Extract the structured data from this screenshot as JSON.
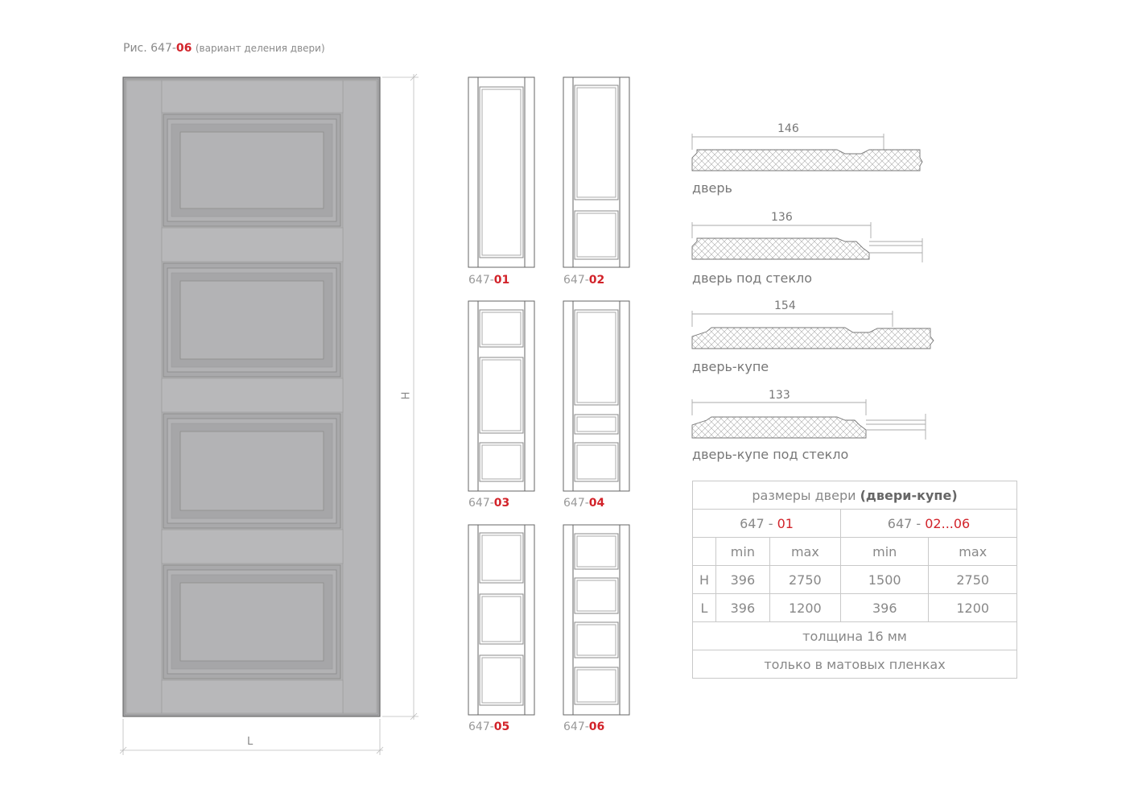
{
  "caption": {
    "prefix": "Рис. 647-",
    "code": "06",
    "note": "(вариант деления двери)"
  },
  "dimensions": {
    "height_label": "H",
    "width_label": "L"
  },
  "variants": [
    {
      "prefix": "647-",
      "code": "01"
    },
    {
      "prefix": "647-",
      "code": "02"
    },
    {
      "prefix": "647-",
      "code": "03"
    },
    {
      "prefix": "647-",
      "code": "04"
    },
    {
      "prefix": "647-",
      "code": "05"
    },
    {
      "prefix": "647-",
      "code": "06"
    }
  ],
  "profiles": [
    {
      "width": "146",
      "label": "дверь"
    },
    {
      "width": "136",
      "label": "дверь под стекло"
    },
    {
      "width": "154",
      "label": "дверь-купе"
    },
    {
      "width": "133",
      "label": "дверь-купе под стекло"
    }
  ],
  "table": {
    "title": "размеры двери",
    "title_bold": "(двери-купе)",
    "group1_prefix": "647 - ",
    "group1_code": "01",
    "group2_prefix": "647 - ",
    "group2_code": "02...06",
    "col_min": "min",
    "col_max": "max",
    "rows": [
      {
        "label": "H",
        "values": [
          "396",
          "2750",
          "1500",
          "2750"
        ]
      },
      {
        "label": "L",
        "values": [
          "396",
          "1200",
          "396",
          "1200"
        ]
      }
    ],
    "thickness": "толщина 16 мм",
    "note": "только в матовых пленках"
  },
  "colors": {
    "accent": "#d2232a",
    "door_fill": "#b3b3b5"
  }
}
